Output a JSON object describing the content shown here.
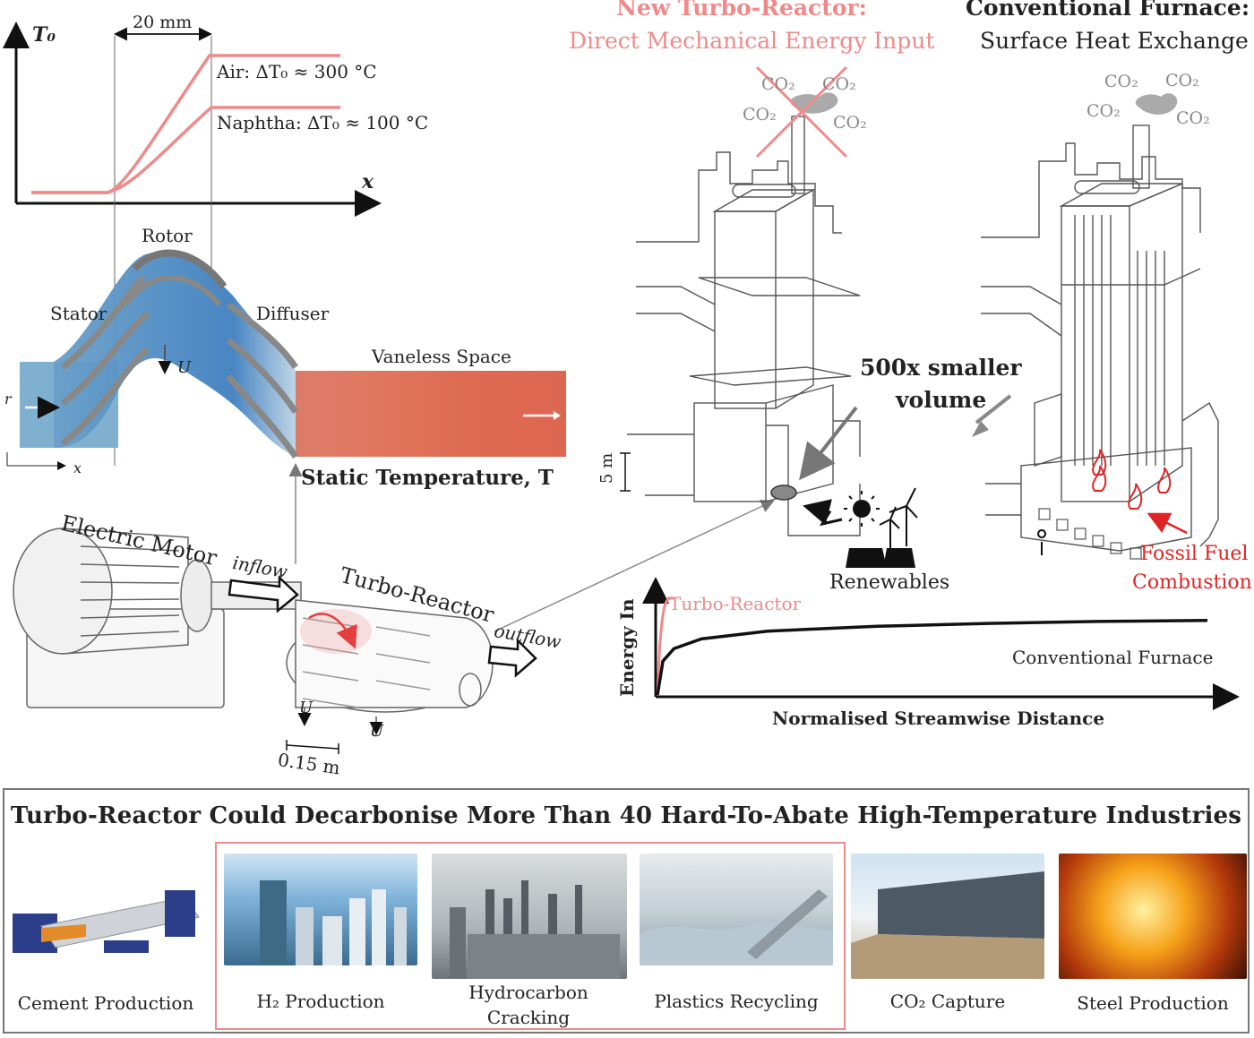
{
  "top_left_plot": {
    "y_axis_label": "T₀",
    "x_axis_label": "x",
    "span_label": "20 mm",
    "air_label": "Air: ΔT₀ ≈ 300 °C",
    "naphtha_label": "Naphtha: ΔT₀ ≈ 100 °C"
  },
  "cfd": {
    "rotor": "Rotor",
    "stator": "Stator",
    "diffuser": "Diffuser",
    "vaneless": "Vaneless Space",
    "u_label": "U",
    "r_label": "r",
    "x_label": "x",
    "caption": "Static Temperature, T"
  },
  "machine": {
    "motor": "Electric Motor",
    "inflow": "inflow",
    "reactor": "Turbo-Reactor",
    "outflow": "outflow",
    "u1": "U",
    "u2": "U",
    "scale": "0.15 m"
  },
  "headers": {
    "new_title": "New Turbo-Reactor:",
    "new_sub": "Direct Mechanical Energy Input",
    "conv_title": "Conventional Furnace:",
    "conv_sub": "Surface Heat Exchange"
  },
  "furnace": {
    "co2_labels": [
      "CO₂",
      "CO₂",
      "CO₂",
      "CO₂"
    ],
    "co2_labels_right": [
      "CO₂",
      "CO₂",
      "CO₂",
      "CO₂"
    ],
    "smaller_line1": "500x smaller",
    "smaller_line2": "volume",
    "scale_5m": "5 m",
    "renewables": "Renewables",
    "fossil_line1": "Fossil Fuel",
    "fossil_line2": "Combustion"
  },
  "energy_chart": {
    "ylabel": "Energy In",
    "xlabel": "Normalised Streamwise Distance",
    "series_turbo": "Turbo-Reactor",
    "series_conv": "Conventional Furnace"
  },
  "chart_data": {
    "type": "line",
    "title": "",
    "xlabel": "Normalised Streamwise Distance",
    "ylabel": "Energy In",
    "series": [
      {
        "name": "Turbo-Reactor",
        "x": [
          0,
          0.004,
          0.008,
          0.012,
          0.016,
          0.02,
          0.03
        ],
        "y": [
          0,
          0.5,
          0.75,
          0.9,
          0.96,
          1.0,
          1.0
        ]
      },
      {
        "name": "Conventional Furnace",
        "x": [
          0,
          0.01,
          0.03,
          0.08,
          0.2,
          0.4,
          0.6,
          0.8,
          1.0
        ],
        "y": [
          0,
          0.35,
          0.48,
          0.58,
          0.66,
          0.71,
          0.74,
          0.76,
          0.77
        ]
      }
    ],
    "colors": {
      "Turbo-Reactor": "#ef8a8a",
      "Conventional Furnace": "#111111"
    },
    "grid": false
  },
  "banner": {
    "title": "Turbo-Reactor Could Decarbonise More Than 40 Hard-To-Abate High-Temperature Industries",
    "items": [
      {
        "caption": "Cement Production"
      },
      {
        "caption": "H₂ Production"
      },
      {
        "caption": "Hydrocarbon Cracking"
      },
      {
        "caption": "Plastics Recycling"
      },
      {
        "caption": "CO₂ Capture"
      },
      {
        "caption": "Steel Production"
      }
    ]
  },
  "colors": {
    "accent_pink": "#ef8a8a",
    "accent_red": "#e02424",
    "line_gray": "#555555"
  }
}
